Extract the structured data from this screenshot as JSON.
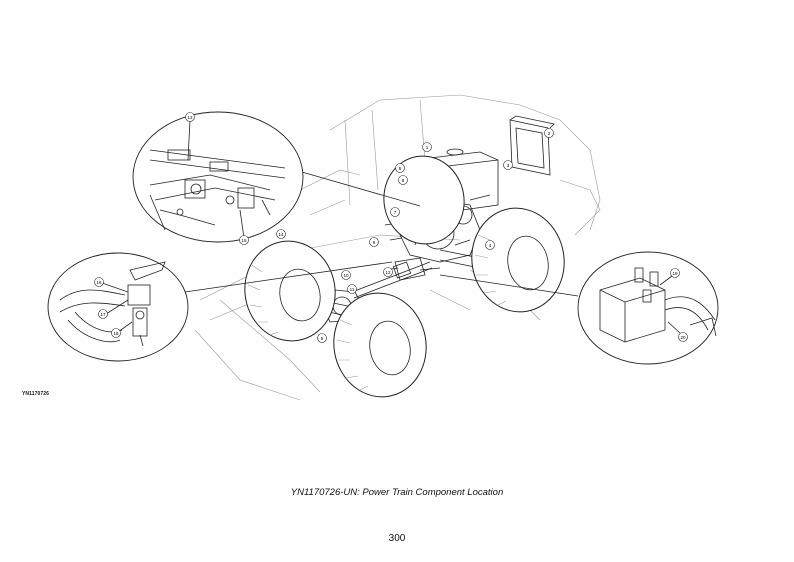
{
  "figure_id": "YN1170726",
  "caption": "YN1170726-UN: Power Train Component Location",
  "page_number": "300",
  "callouts": [
    "1",
    "2",
    "3",
    "4",
    "5",
    "6",
    "7",
    "8",
    "9",
    "10",
    "11",
    "12",
    "13",
    "14",
    "15",
    "16",
    "17",
    "18",
    "19",
    "20"
  ]
}
